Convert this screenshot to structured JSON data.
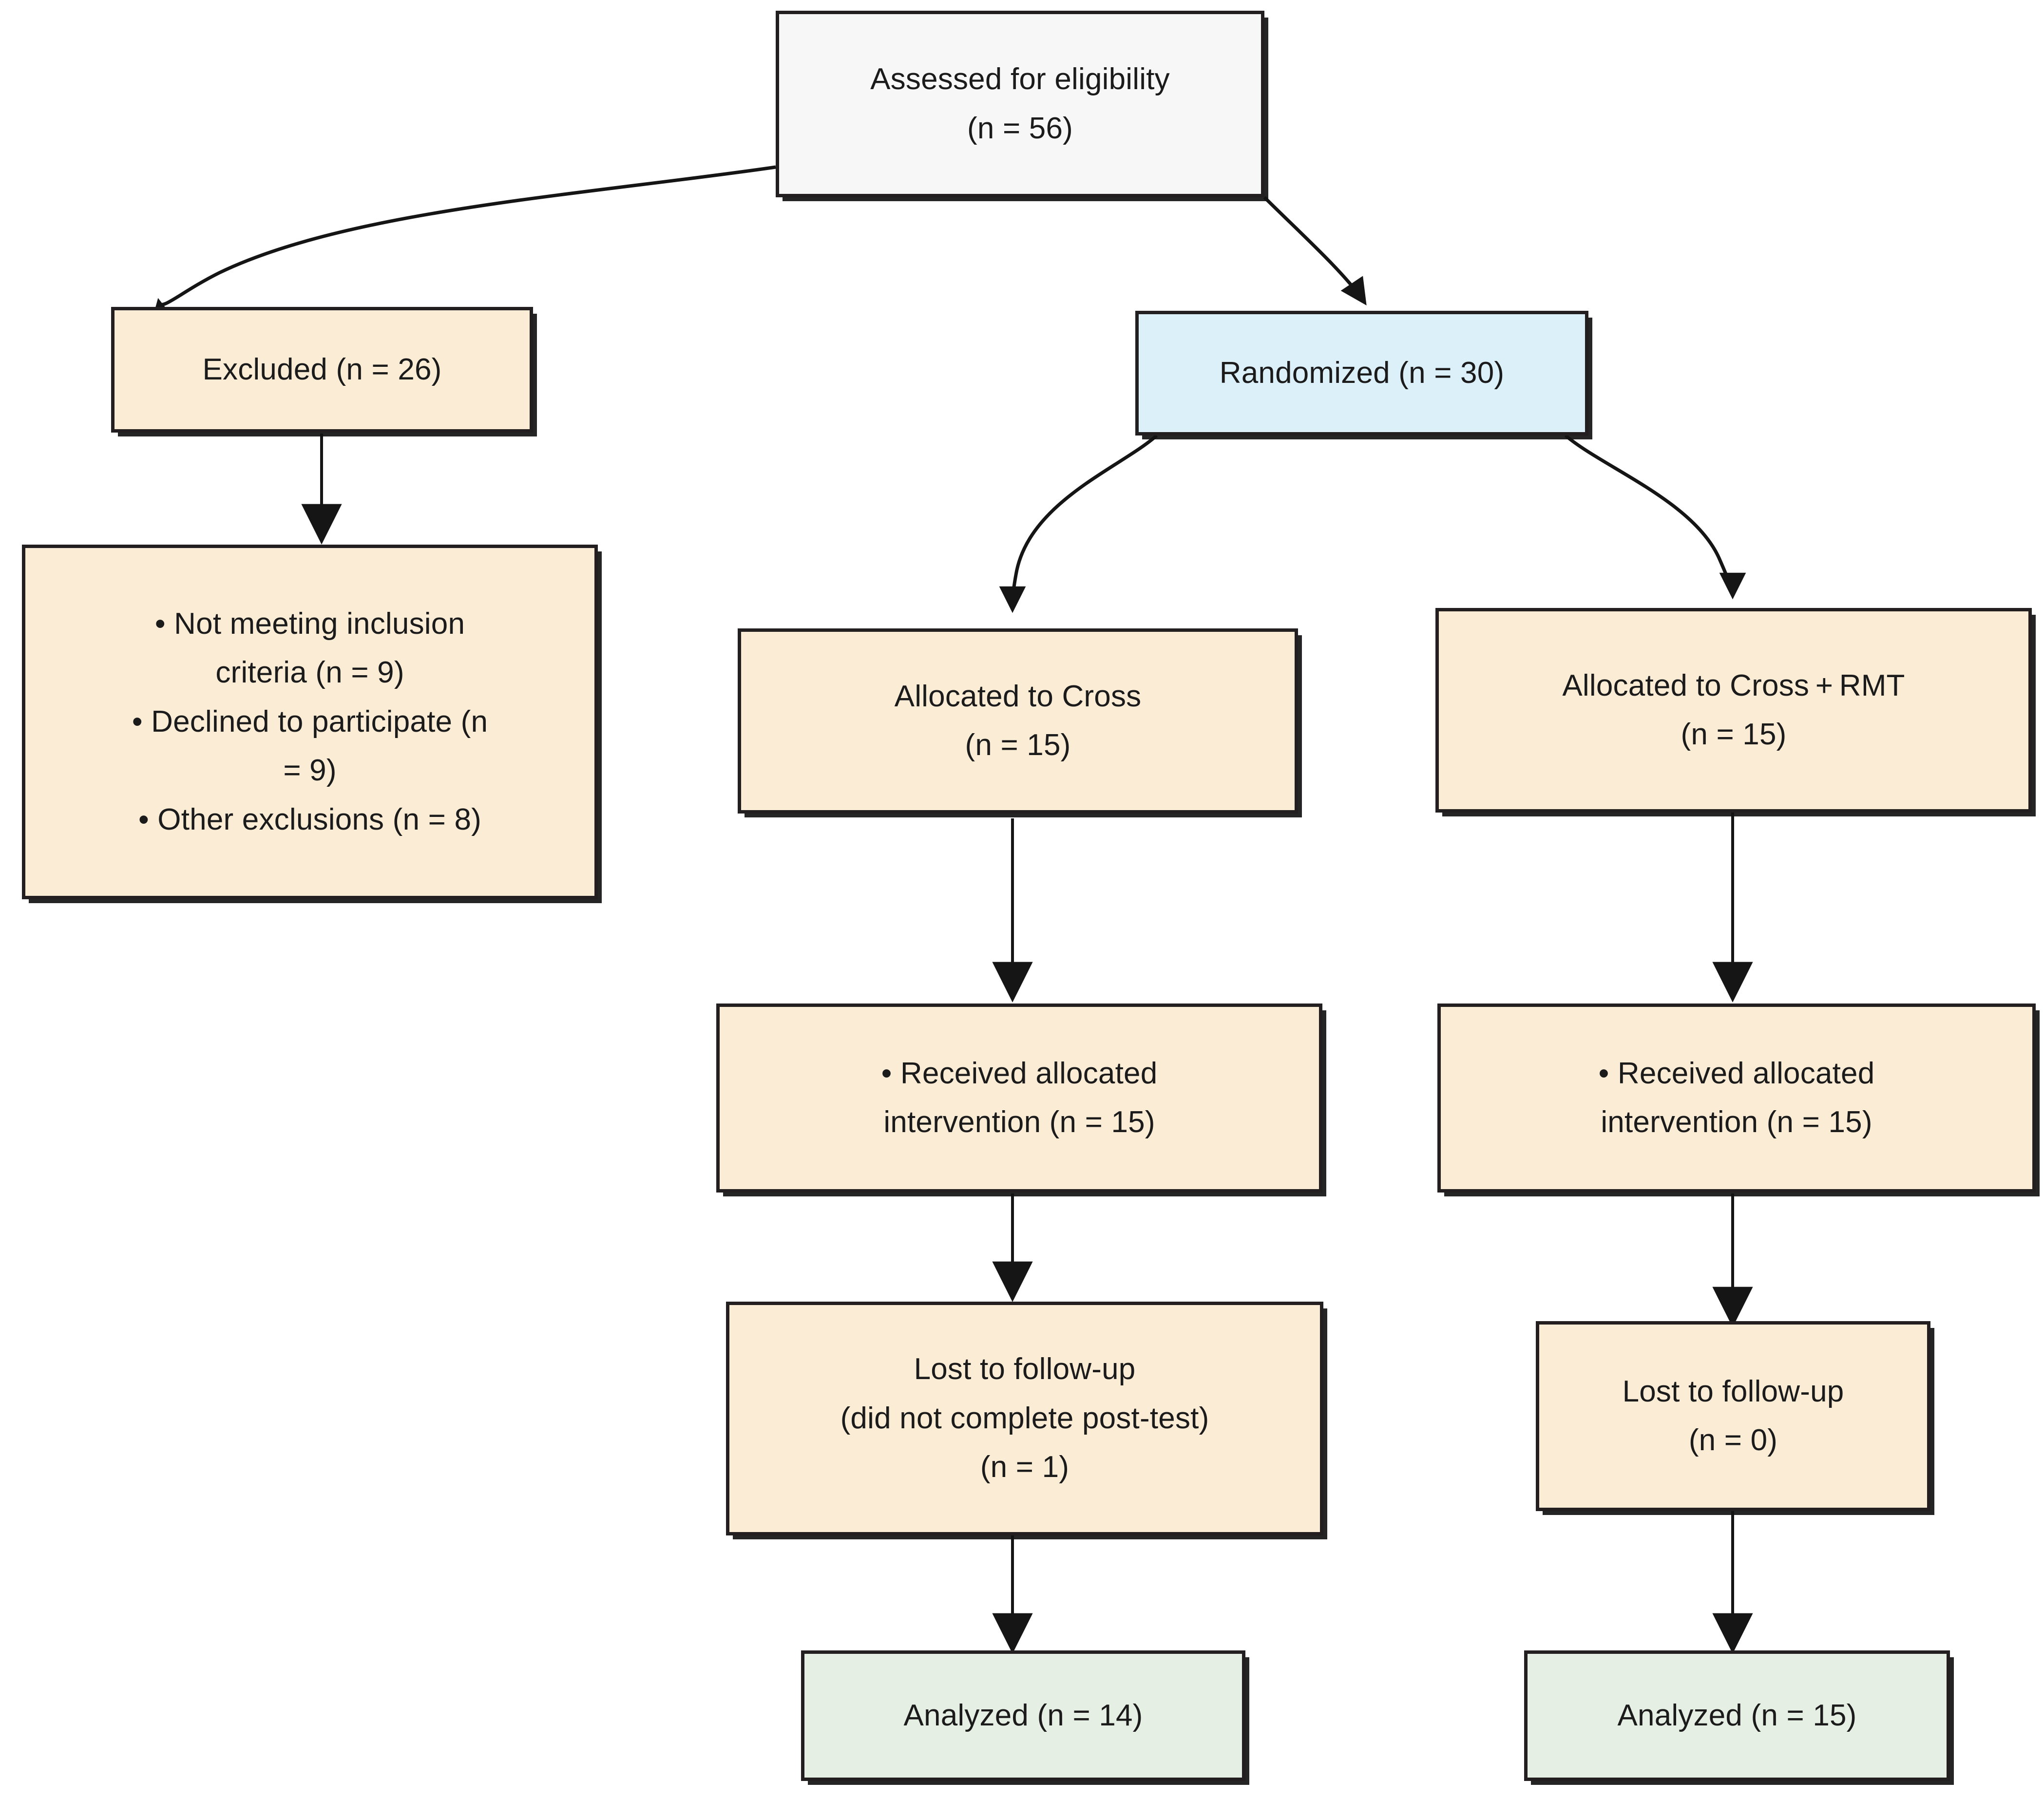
{
  "diagram": {
    "title": "CONSORT participant flow diagram",
    "colors": {
      "assessed_fill": "#f7f7f7",
      "excluded_fill": "#fbecd6",
      "randomized_fill": "#dcf0fa",
      "analyzed_fill": "#e6efe4",
      "border": "#231f20",
      "edge": "#1a1a1a"
    }
  },
  "nodes": {
    "assessed": {
      "line1": "Assessed for eligibility",
      "line2": "(n = 56)"
    },
    "excluded": {
      "line1": "Excluded (n = 26)"
    },
    "exclusion_reasons": {
      "line1": "• Not meeting inclusion",
      "line2": "criteria (n = 9)",
      "line3": "• Declined to participate (n",
      "line4": "= 9)",
      "line5": "• Other exclusions (n = 8)"
    },
    "randomized": {
      "line1": "Randomized (n = 30)"
    },
    "allocated_left": {
      "line1": "Allocated to Cross",
      "line2": "(n = 15)"
    },
    "allocated_right": {
      "line1": "Allocated to Cross + RMT",
      "line2": "(n = 15)"
    },
    "received_left": {
      "line1": "• Received allocated",
      "line2": "intervention (n = 15)"
    },
    "received_right": {
      "line1": "• Received allocated",
      "line2": "intervention (n = 15)"
    },
    "lost_left": {
      "line1": "Lost to follow-up",
      "line2": "(did not complete post-test)",
      "line3": "(n = 1)"
    },
    "lost_right": {
      "line1": "Lost to follow-up",
      "line2": "(n = 0)"
    },
    "analyzed_left": {
      "line1": "Analyzed (n = 14)"
    },
    "analyzed_right": {
      "line1": "Analyzed (n = 15)"
    }
  },
  "chart_data": {
    "type": "flowchart",
    "title": "CONSORT participant flow diagram",
    "nodes": [
      {
        "id": "assessed",
        "label": "Assessed for eligibility (n = 56)",
        "n": 56,
        "fill": "#f7f7f7"
      },
      {
        "id": "excluded",
        "label": "Excluded (n = 26)",
        "n": 26,
        "fill": "#fbecd6"
      },
      {
        "id": "exclusion_reasons",
        "label": "Not meeting inclusion criteria (n = 9); Declined to participate (n = 9); Other exclusions (n = 8)",
        "fill": "#fbecd6"
      },
      {
        "id": "randomized",
        "label": "Randomized (n = 30)",
        "n": 30,
        "fill": "#dcf0fa"
      },
      {
        "id": "allocated_left",
        "label": "Allocated to Cross (n = 15)",
        "n": 15,
        "fill": "#fbecd6"
      },
      {
        "id": "allocated_right",
        "label": "Allocated to Cross + RMT (n = 15)",
        "n": 15,
        "fill": "#fbecd6"
      },
      {
        "id": "received_left",
        "label": "Received allocated intervention (n = 15)",
        "n": 15,
        "fill": "#fbecd6"
      },
      {
        "id": "received_right",
        "label": "Received allocated intervention (n = 15)",
        "n": 15,
        "fill": "#fbecd6"
      },
      {
        "id": "lost_left",
        "label": "Lost to follow-up (did not complete post-test) (n = 1)",
        "n": 1,
        "fill": "#fbecd6"
      },
      {
        "id": "lost_right",
        "label": "Lost to follow-up (n = 0)",
        "n": 0,
        "fill": "#fbecd6"
      },
      {
        "id": "analyzed_left",
        "label": "Analyzed (n = 14)",
        "n": 14,
        "fill": "#e6efe4"
      },
      {
        "id": "analyzed_right",
        "label": "Analyzed (n = 15)",
        "n": 15,
        "fill": "#e6efe4"
      }
    ],
    "edges": [
      {
        "from": "assessed",
        "to": "excluded",
        "style": "curved"
      },
      {
        "from": "assessed",
        "to": "randomized",
        "style": "curved"
      },
      {
        "from": "excluded",
        "to": "exclusion_reasons",
        "style": "straight"
      },
      {
        "from": "randomized",
        "to": "allocated_left",
        "style": "curved"
      },
      {
        "from": "randomized",
        "to": "allocated_right",
        "style": "curved"
      },
      {
        "from": "allocated_left",
        "to": "received_left",
        "style": "straight"
      },
      {
        "from": "allocated_right",
        "to": "received_right",
        "style": "straight"
      },
      {
        "from": "received_left",
        "to": "lost_left",
        "style": "straight"
      },
      {
        "from": "received_right",
        "to": "lost_right",
        "style": "straight"
      },
      {
        "from": "lost_left",
        "to": "analyzed_left",
        "style": "straight"
      },
      {
        "from": "lost_right",
        "to": "analyzed_right",
        "style": "straight"
      }
    ]
  }
}
